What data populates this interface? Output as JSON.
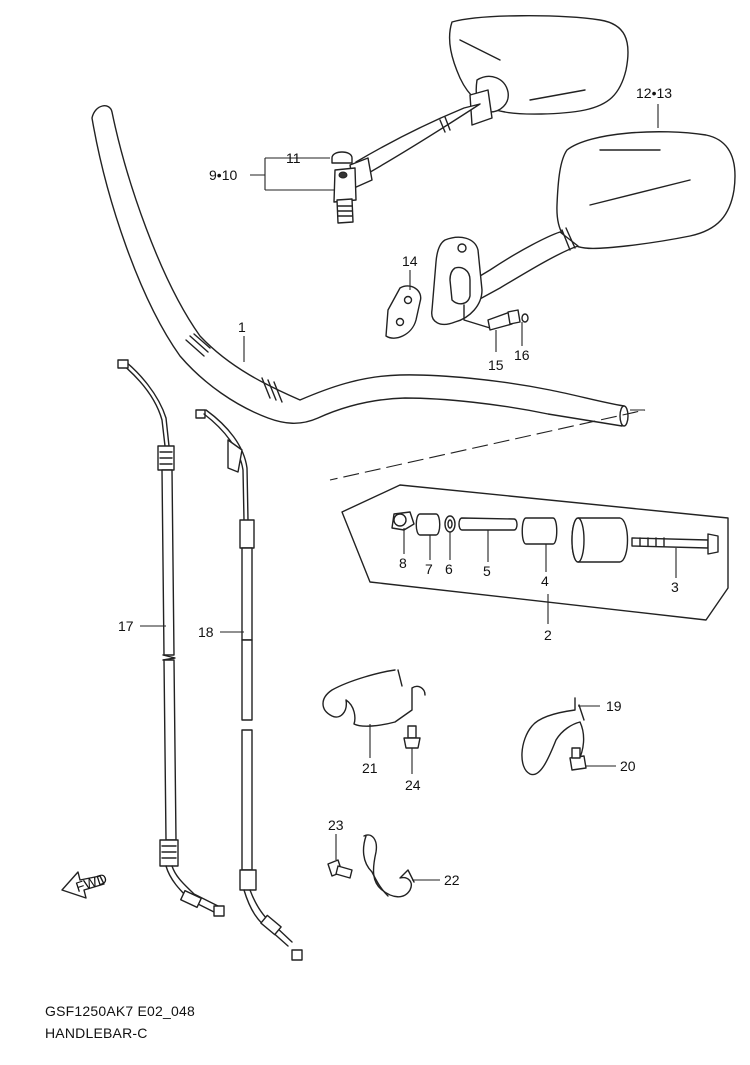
{
  "diagram": {
    "code": "GSF1250AK7 E02_048",
    "name": "HANDLEBAR-C",
    "callouts": {
      "c1": "1",
      "c2": "2",
      "c3": "3",
      "c4": "4",
      "c5": "5",
      "c6": "6",
      "c7": "7",
      "c8": "8",
      "c910": "9•10",
      "c11": "11",
      "c1213": "12•13",
      "c14": "14",
      "c15": "15",
      "c16": "16",
      "c17": "17",
      "c18": "18",
      "c19": "19",
      "c20": "20",
      "c21": "21",
      "c22": "22",
      "c23": "23",
      "c24": "24"
    },
    "fwd_label": "FWD"
  }
}
